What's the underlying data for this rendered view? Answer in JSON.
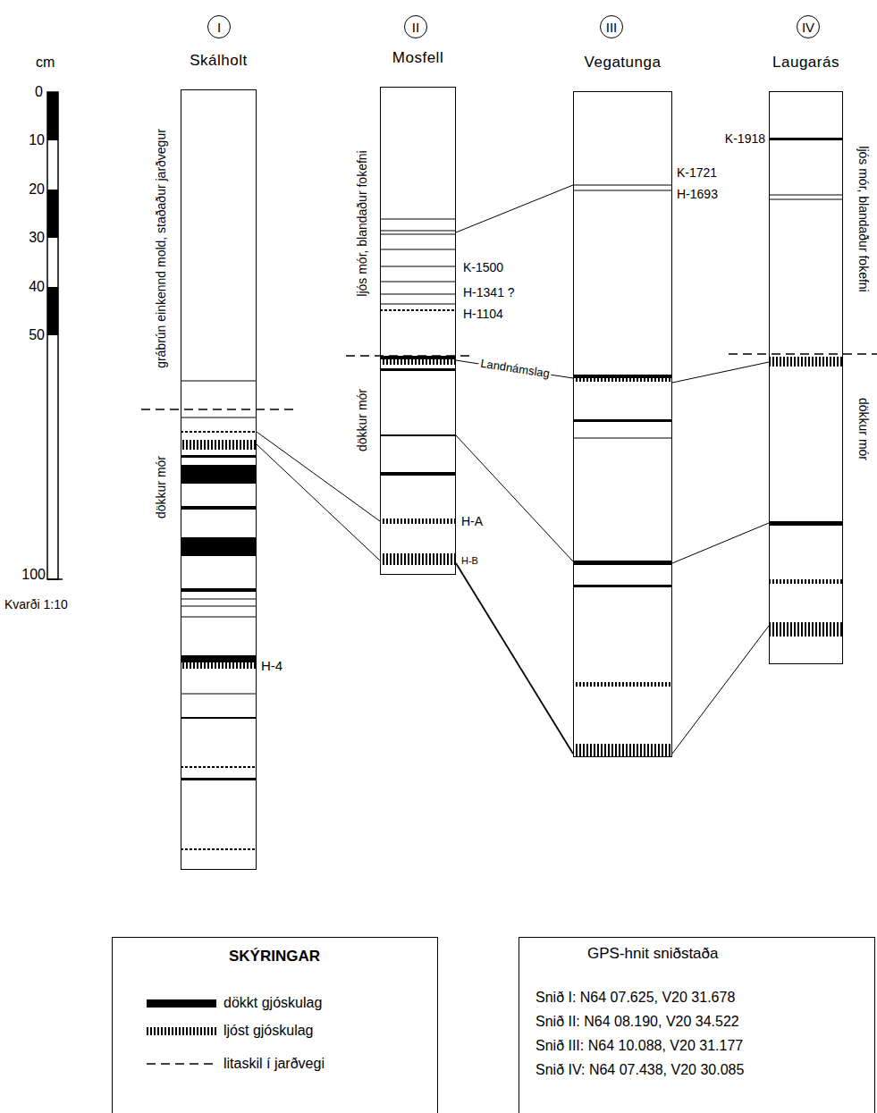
{
  "diagram": {
    "nodes": [
      {
        "text": [
          "I"
        ]
      },
      {
        "text": [
          "Skálholt"
        ]
      },
      {
        "text": [
          "II"
        ]
      },
      {
        "text": [
          "Mosfell"
        ]
      },
      {
        "text": [
          "III"
        ]
      },
      {
        "text": [
          "Vegatunga"
        ]
      },
      {
        "text": [
          "IV"
        ]
      },
      {
        "text": [
          "Laugarás"
        ]
      },
      {
        "text": [
          "GPS-hnit sniðstaða",
          "Snið I: N64 07.625, V20 31.678",
          "Snið II: N64 08.190, V20 34.522",
          "Snið III: N64 10.088, V20 31.177",
          "Snið IV: N64 07.438, V20 30.085"
        ]
      }
    ],
    "edges": [
      {
        "from": 1,
        "to": 3,
        "arrow": "none"
      },
      {
        "from": 1,
        "to": 3,
        "arrow": "none"
      },
      {
        "from": 3,
        "to": 5,
        "arrow": "none"
      },
      {
        "from": 3,
        "to": 5,
        "label": "Landnámslag",
        "arrow": "none"
      },
      {
        "from": 3,
        "to": 5,
        "arrow": "none"
      },
      {
        "from": 3,
        "to": 5,
        "arrow": "none"
      },
      {
        "from": 5,
        "to": 7,
        "arrow": "none"
      },
      {
        "from": 5,
        "to": 7,
        "arrow": "none"
      },
      {
        "from": 5,
        "to": 7,
        "arrow": "none"
      }
    ],
    "labels": [
      "cm",
      "0",
      "10",
      "20",
      "30",
      "40",
      "50",
      "100",
      "Kvarði 1:10",
      "grábrún einkennd mold, staðaður jarðvegur",
      "dökkur mór",
      "ljós mór, blandaður fokefni",
      "dökkur mór",
      "K-1500",
      "H-1341 ?",
      "H-1104",
      "H-A",
      "H-B",
      "H-4",
      "K-1721",
      "H-1693",
      "K-1918",
      "ljós mór, blandaður fokefni",
      "dökkur mór",
      "SKÝRINGAR"
    ],
    "legend": [
      {
        "text": "dökkt gjóskulag"
      },
      {
        "text": "ljóst gjóskulag"
      },
      {
        "text": "litaskil í jarðvegi"
      }
    ]
  }
}
